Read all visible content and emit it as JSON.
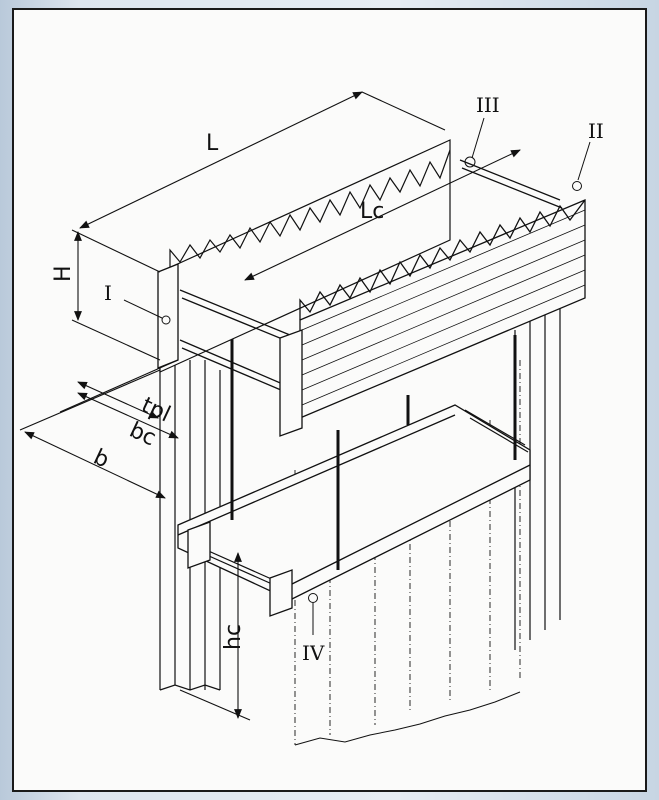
{
  "labels": {
    "L": "L",
    "Lc": "Lc",
    "H": "H",
    "tpl": "tpl",
    "bc": "bc",
    "b": "b",
    "hc": "hc",
    "I": "I",
    "II": "II",
    "III": "III",
    "IV": "IV"
  },
  "colors": {
    "ink": "#111111",
    "paper": "#fbfbfa",
    "scan_edge": "#b9c9da"
  }
}
